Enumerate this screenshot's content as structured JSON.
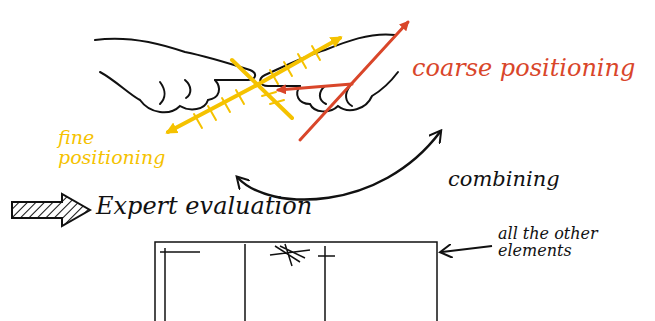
{
  "diagram": {
    "labels": [
      "coarse positioning",
      "fine positioning",
      "combining",
      "Expert evaluation",
      "all the other elements"
    ]
  }
}
